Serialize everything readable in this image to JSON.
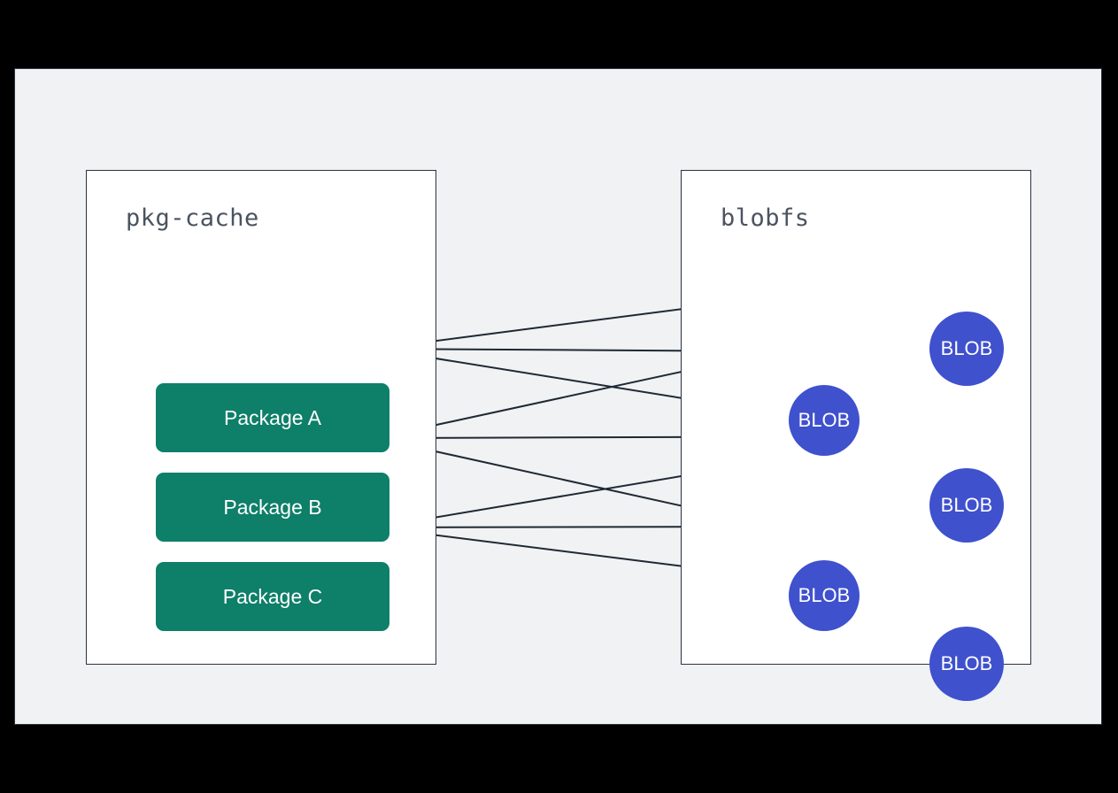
{
  "diagram": {
    "title_containers": {
      "left": "pkg-cache",
      "right": "blobfs"
    },
    "colors": {
      "page_background": "#000000",
      "canvas_background": "#f0f2f4",
      "container_background": "#ffffff",
      "container_border": "#2b3440",
      "package_fill": "#0e7f69",
      "package_text": "#ffffff",
      "blob_fill": "#3f51cd",
      "blob_text": "#ffffff",
      "edge_stroke": "#1f2933",
      "title_text": "#4a5360"
    },
    "packages": [
      {
        "id": "package-a",
        "label": "Package A"
      },
      {
        "id": "package-b",
        "label": "Package B"
      },
      {
        "id": "package-c",
        "label": "Package C"
      }
    ],
    "blobs": [
      {
        "id": "blob-1",
        "label": "BLOB"
      },
      {
        "id": "blob-2",
        "label": "BLOB"
      },
      {
        "id": "blob-3",
        "label": "BLOB"
      },
      {
        "id": "blob-4",
        "label": "BLOB"
      },
      {
        "id": "blob-5",
        "label": "BLOB"
      }
    ],
    "edges": [
      {
        "from": "package-a",
        "to": "blob-1"
      },
      {
        "from": "package-a",
        "to": "blob-2"
      },
      {
        "from": "package-a",
        "to": "blob-3"
      },
      {
        "from": "package-b",
        "to": "blob-2"
      },
      {
        "from": "package-b",
        "to": "blob-3"
      },
      {
        "from": "package-b",
        "to": "blob-4"
      },
      {
        "from": "package-c",
        "to": "blob-3"
      },
      {
        "from": "package-c",
        "to": "blob-4"
      },
      {
        "from": "package-c",
        "to": "blob-5"
      }
    ]
  }
}
